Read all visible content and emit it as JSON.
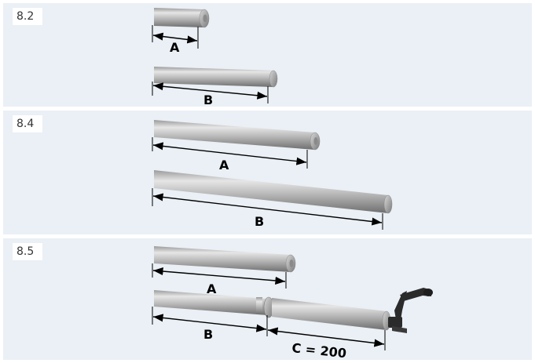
{
  "sections": [
    {
      "id": "8.2",
      "labels": {
        "a": "A",
        "b": "B"
      }
    },
    {
      "id": "8.4",
      "labels": {
        "a": "A",
        "b": "B"
      }
    },
    {
      "id": "8.5",
      "labels": {
        "a": "A",
        "b": "B",
        "c": "C = 200"
      }
    }
  ],
  "colors": {
    "panel_bg": "#eaf0f5",
    "rod_light": "#e2e2e2",
    "rod_mid": "#a8a8a8",
    "rod_dark": "#6f6f6f",
    "dimension_line": "#000000",
    "crank_handle": "#2b2b2b"
  }
}
